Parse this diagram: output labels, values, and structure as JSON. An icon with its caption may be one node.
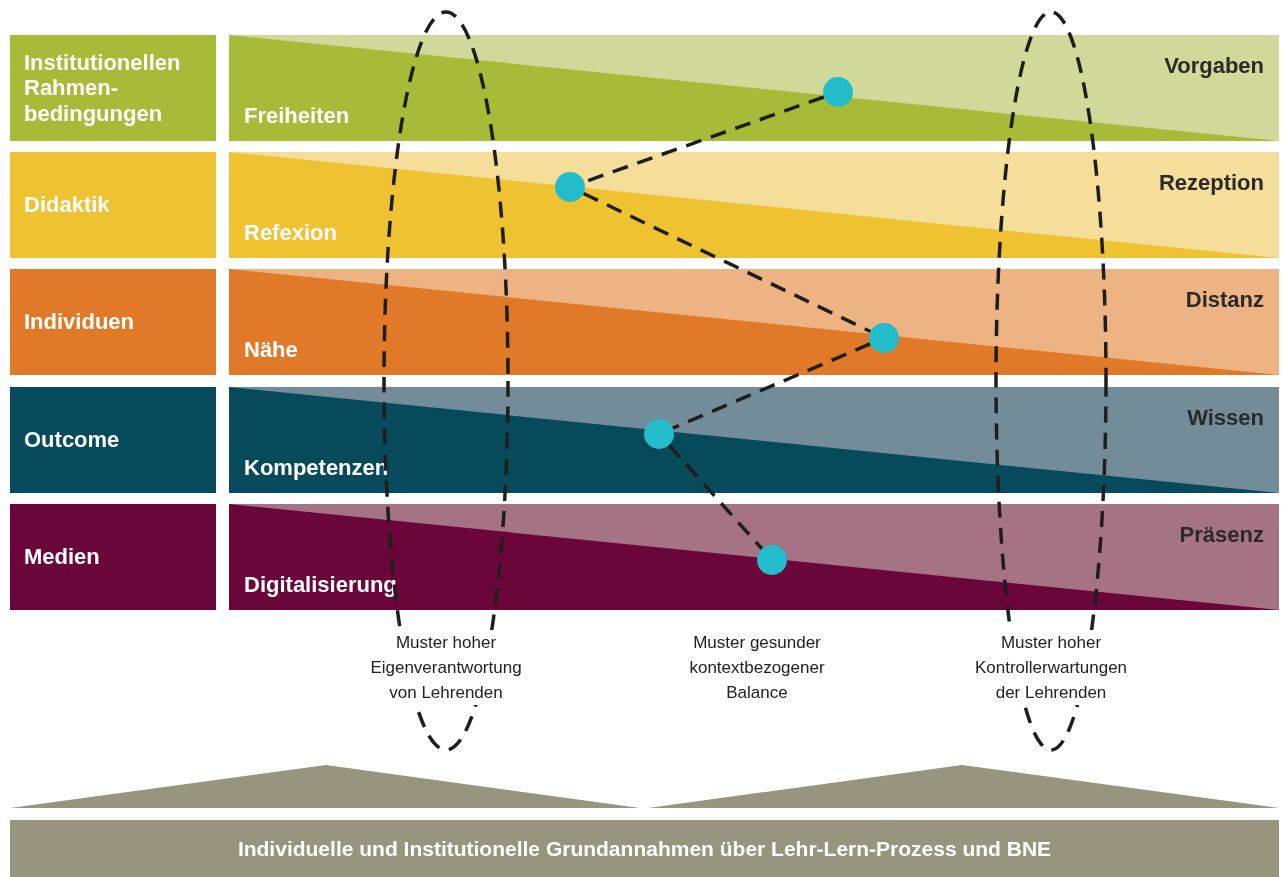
{
  "diagram": {
    "nodes": [
      {
        "text": [
          "Institutionellen Rahmen-bedingungen"
        ]
      },
      {
        "text": [
          "Didaktik"
        ]
      },
      {
        "text": [
          "Individuen"
        ]
      },
      {
        "text": [
          "Outcome"
        ]
      },
      {
        "text": [
          "Medien"
        ]
      },
      {
        "text": [
          "Freiheiten",
          "Vorgaben"
        ]
      },
      {
        "text": [
          "Refexion",
          "Rezeption"
        ]
      },
      {
        "text": [
          "Nähe",
          "Distanz"
        ]
      },
      {
        "text": [
          "Kompetenzen",
          "Wissen"
        ]
      },
      {
        "text": [
          "Digitalisierung",
          "Präsenz"
        ]
      },
      {
        "text": [],
        "shape": "circle",
        "in": 5
      },
      {
        "text": [],
        "shape": "circle",
        "in": 6
      },
      {
        "text": [],
        "shape": "circle",
        "in": 7
      },
      {
        "text": [],
        "shape": "circle",
        "in": 8
      },
      {
        "text": [],
        "shape": "circle",
        "in": 9
      },
      {
        "text": [
          "Muster hoher Eigenverantwortung von Lehrenden"
        ]
      },
      {
        "text": [
          "Muster hoher Kontrollerwartungen der Lehrenden"
        ]
      },
      {
        "text": [
          "Individuelle und Institutionelle Grundannahmen über Lehr-Lern-Prozess und BNE"
        ]
      }
    ],
    "edges": [
      {
        "from": 10,
        "to": 11,
        "arrow": "none",
        "style": "dashed"
      },
      {
        "from": 11,
        "to": 12,
        "arrow": "none",
        "style": "dashed"
      },
      {
        "from": 12,
        "to": 13,
        "arrow": "none",
        "style": "dashed"
      },
      {
        "from": 13,
        "to": 14,
        "arrow": "none",
        "style": "dashed"
      }
    ],
    "labels": [
      "Muster gesunder kontextbezogener Balance"
    ]
  }
}
